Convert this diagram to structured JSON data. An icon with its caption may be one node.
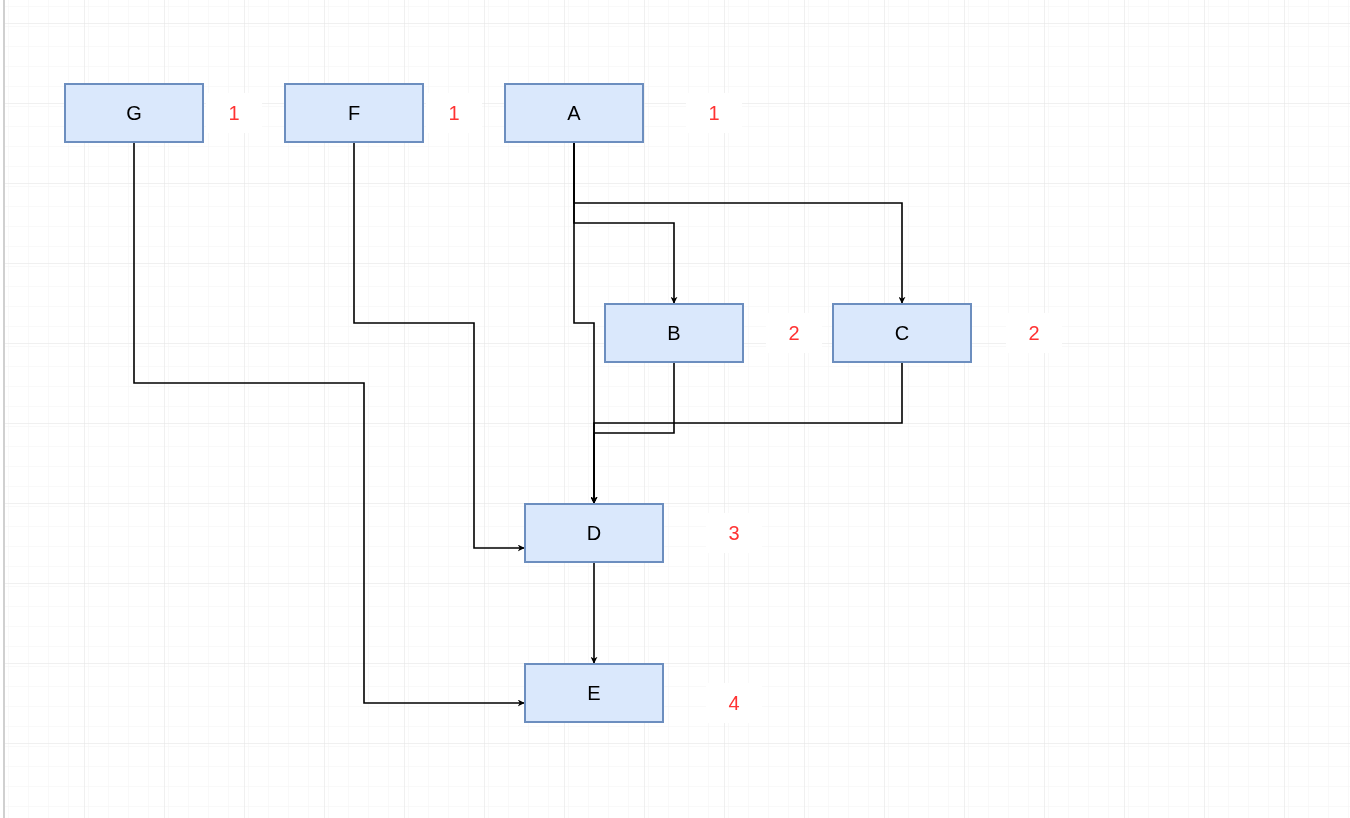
{
  "diagram": {
    "nodes": [
      {
        "text": [
          "G"
        ],
        "beside": [
          "1"
        ]
      },
      {
        "text": [
          "F"
        ],
        "beside": [
          "1"
        ]
      },
      {
        "text": [
          "A"
        ],
        "beside": [
          "1"
        ]
      },
      {
        "text": [
          "B"
        ],
        "beside": [
          "2"
        ]
      },
      {
        "text": [
          "C"
        ],
        "beside": [
          "2"
        ]
      },
      {
        "text": [
          "D"
        ],
        "beside": [
          "3"
        ]
      },
      {
        "text": [
          "E"
        ],
        "beside": [
          "4"
        ]
      }
    ],
    "edges": [
      {
        "from": 0,
        "to": 6,
        "arrow": "to"
      },
      {
        "from": 1,
        "to": 5,
        "arrow": "to"
      },
      {
        "from": 2,
        "to": 3,
        "arrow": "to"
      },
      {
        "from": 2,
        "to": 4,
        "arrow": "to"
      },
      {
        "from": 2,
        "to": 5,
        "arrow": "to"
      },
      {
        "from": 3,
        "to": 5,
        "arrow": "to"
      },
      {
        "from": 4,
        "to": 5,
        "arrow": "to"
      },
      {
        "from": 5,
        "to": 6,
        "arrow": "to"
      }
    ]
  }
}
